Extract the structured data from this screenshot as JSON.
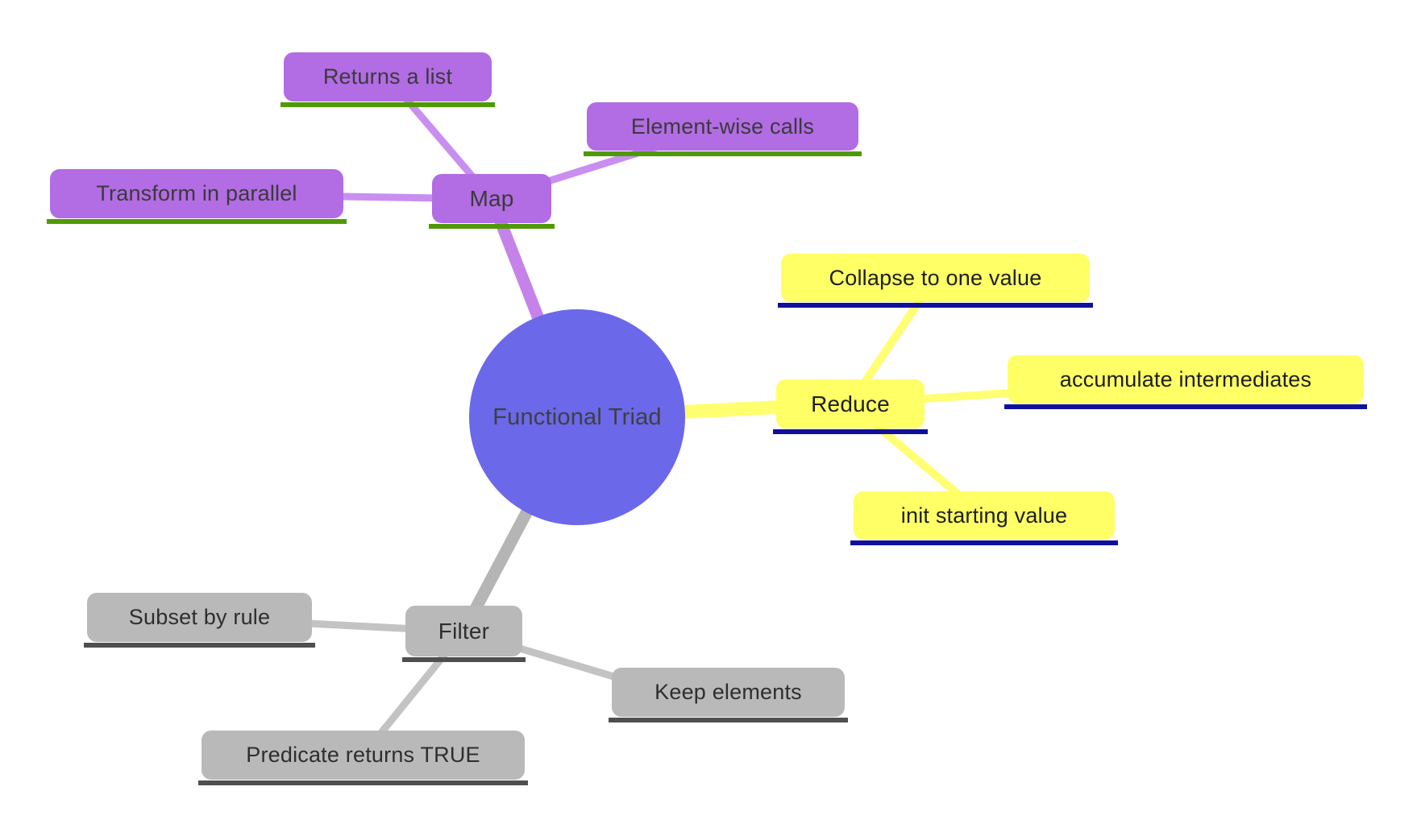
{
  "mindmap": {
    "center": {
      "label": "Functional Triad"
    },
    "branches": [
      {
        "name": "map",
        "label": "Map",
        "fill": "#b26ce4",
        "underline_color": "#4e9a06",
        "line_color": "#c98ff0",
        "children": [
          {
            "label": "Returns a list"
          },
          {
            "label": "Element-wise calls"
          },
          {
            "label": "Transform in parallel"
          }
        ]
      },
      {
        "name": "reduce",
        "label": "Reduce",
        "fill": "#ffff66",
        "underline_color": "#10109b",
        "line_color": "#ffff73",
        "children": [
          {
            "label": "Collapse to one value"
          },
          {
            "label": "accumulate intermediates"
          },
          {
            "label": "init starting value"
          }
        ]
      },
      {
        "name": "filter",
        "label": "Filter",
        "fill": "#b9b9b9",
        "underline_color": "#4f4f4f",
        "line_color": "#c3c3c3",
        "children": [
          {
            "label": "Subset by rule"
          },
          {
            "label": "Keep elements"
          },
          {
            "label": "Predicate returns TRUE"
          }
        ]
      }
    ],
    "colors": {
      "center_fill": "#6b68ea",
      "background": "#ffffff",
      "text": "#3a3a3a"
    }
  }
}
